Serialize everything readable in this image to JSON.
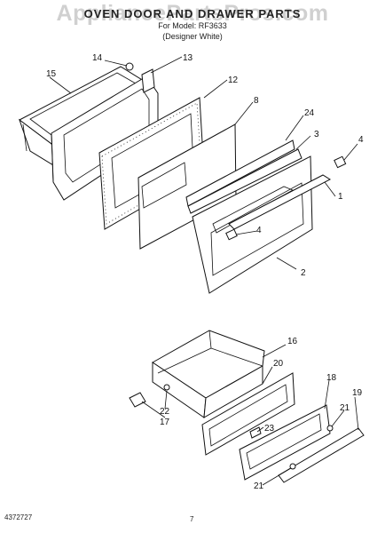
{
  "header": {
    "title": "OVEN DOOR AND DRAWER PARTS",
    "subtitle": "For Model: RF3633",
    "variant": "(Designer White)"
  },
  "watermark": "AppliancePartsPros.com",
  "footer": {
    "doc_code": "4372727",
    "page_number": "7"
  },
  "callouts": {
    "c1": "1",
    "c2": "2",
    "c3": "3",
    "c4a": "4",
    "c4b": "4",
    "c8": "8",
    "c12": "12",
    "c13": "13",
    "c14": "14",
    "c15": "15",
    "c16": "16",
    "c17": "17",
    "c18": "18",
    "c19": "19",
    "c20": "20",
    "c21a": "21",
    "c21b": "21",
    "c22": "22",
    "c23": "23",
    "c24": "24"
  }
}
